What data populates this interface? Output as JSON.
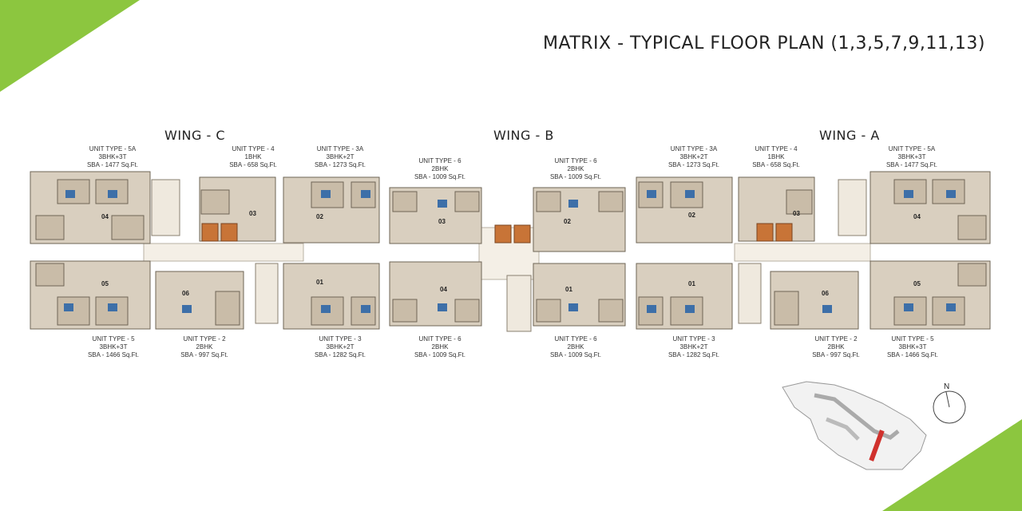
{
  "title": "MATRIX - TYPICAL FLOOR PLAN (1,3,5,7,9,11,13)",
  "wings": [
    "WING - C",
    "WING - B",
    "WING - A"
  ],
  "units_top": [
    {
      "type": "UNIT TYPE - 5A",
      "config": "3BHK+3T",
      "sba": "SBA - 1477 Sq.Ft."
    },
    {
      "type": "UNIT TYPE - 4",
      "config": "1BHK",
      "sba": "SBA - 658 Sq.Ft."
    },
    {
      "type": "UNIT TYPE - 3A",
      "config": "3BHK+2T",
      "sba": "SBA - 1273 Sq.Ft."
    },
    {
      "type": "UNIT TYPE - 6",
      "config": "2BHK",
      "sba": "SBA - 1009 Sq.Ft."
    },
    {
      "type": "UNIT TYPE - 6",
      "config": "2BHK",
      "sba": "SBA - 1009 Sq.Ft."
    },
    {
      "type": "UNIT TYPE - 3A",
      "config": "3BHK+2T",
      "sba": "SBA - 1273 Sq.Ft."
    },
    {
      "type": "UNIT TYPE - 4",
      "config": "1BHK",
      "sba": "SBA - 658 Sq.Ft."
    },
    {
      "type": "UNIT TYPE - 5A",
      "config": "3BHK+3T",
      "sba": "SBA - 1477 Sq.Ft."
    }
  ],
  "units_bottom": [
    {
      "type": "UNIT TYPE - 5",
      "config": "3BHK+3T",
      "sba": "SBA - 1466 Sq.Ft."
    },
    {
      "type": "UNIT TYPE - 2",
      "config": "2BHK",
      "sba": "SBA - 997 Sq.Ft."
    },
    {
      "type": "UNIT TYPE - 3",
      "config": "3BHK+2T",
      "sba": "SBA - 1282 Sq.Ft."
    },
    {
      "type": "UNIT TYPE - 6",
      "config": "2BHK",
      "sba": "SBA - 1009 Sq.Ft."
    },
    {
      "type": "UNIT TYPE - 6",
      "config": "2BHK",
      "sba": "SBA - 1009 Sq.Ft."
    },
    {
      "type": "UNIT TYPE - 3",
      "config": "3BHK+2T",
      "sba": "SBA - 1282 Sq.Ft."
    },
    {
      "type": "UNIT TYPE - 2",
      "config": "2BHK",
      "sba": "SBA - 997 Sq.Ft."
    },
    {
      "type": "UNIT TYPE - 5",
      "config": "3BHK+3T",
      "sba": "SBA - 1466 Sq.Ft."
    }
  ],
  "unit_numbers": [
    "04",
    "03",
    "02",
    "03",
    "02",
    "03",
    "02",
    "04",
    "05",
    "06",
    "01",
    "04",
    "01",
    "01",
    "06",
    "05"
  ],
  "compass_label": "N",
  "colors": {
    "accent_green": "#8cc63f",
    "lift_orange": "#c87437",
    "highlight_red": "#d0312d"
  }
}
